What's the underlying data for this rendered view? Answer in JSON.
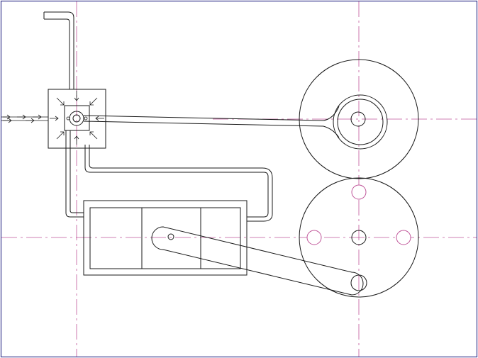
{
  "drawing": {
    "kind": "mechanical-schematic",
    "colors": {
      "background": "#ffffff",
      "frame": "#3b3b8f",
      "ink": "#1a1a1a",
      "centerline": "#c0569a"
    },
    "components": [
      "inlet-pipe",
      "valve-block",
      "flywheel-upper",
      "flywheel-lower",
      "cylinder",
      "connecting-rod",
      "valve-rod"
    ]
  }
}
